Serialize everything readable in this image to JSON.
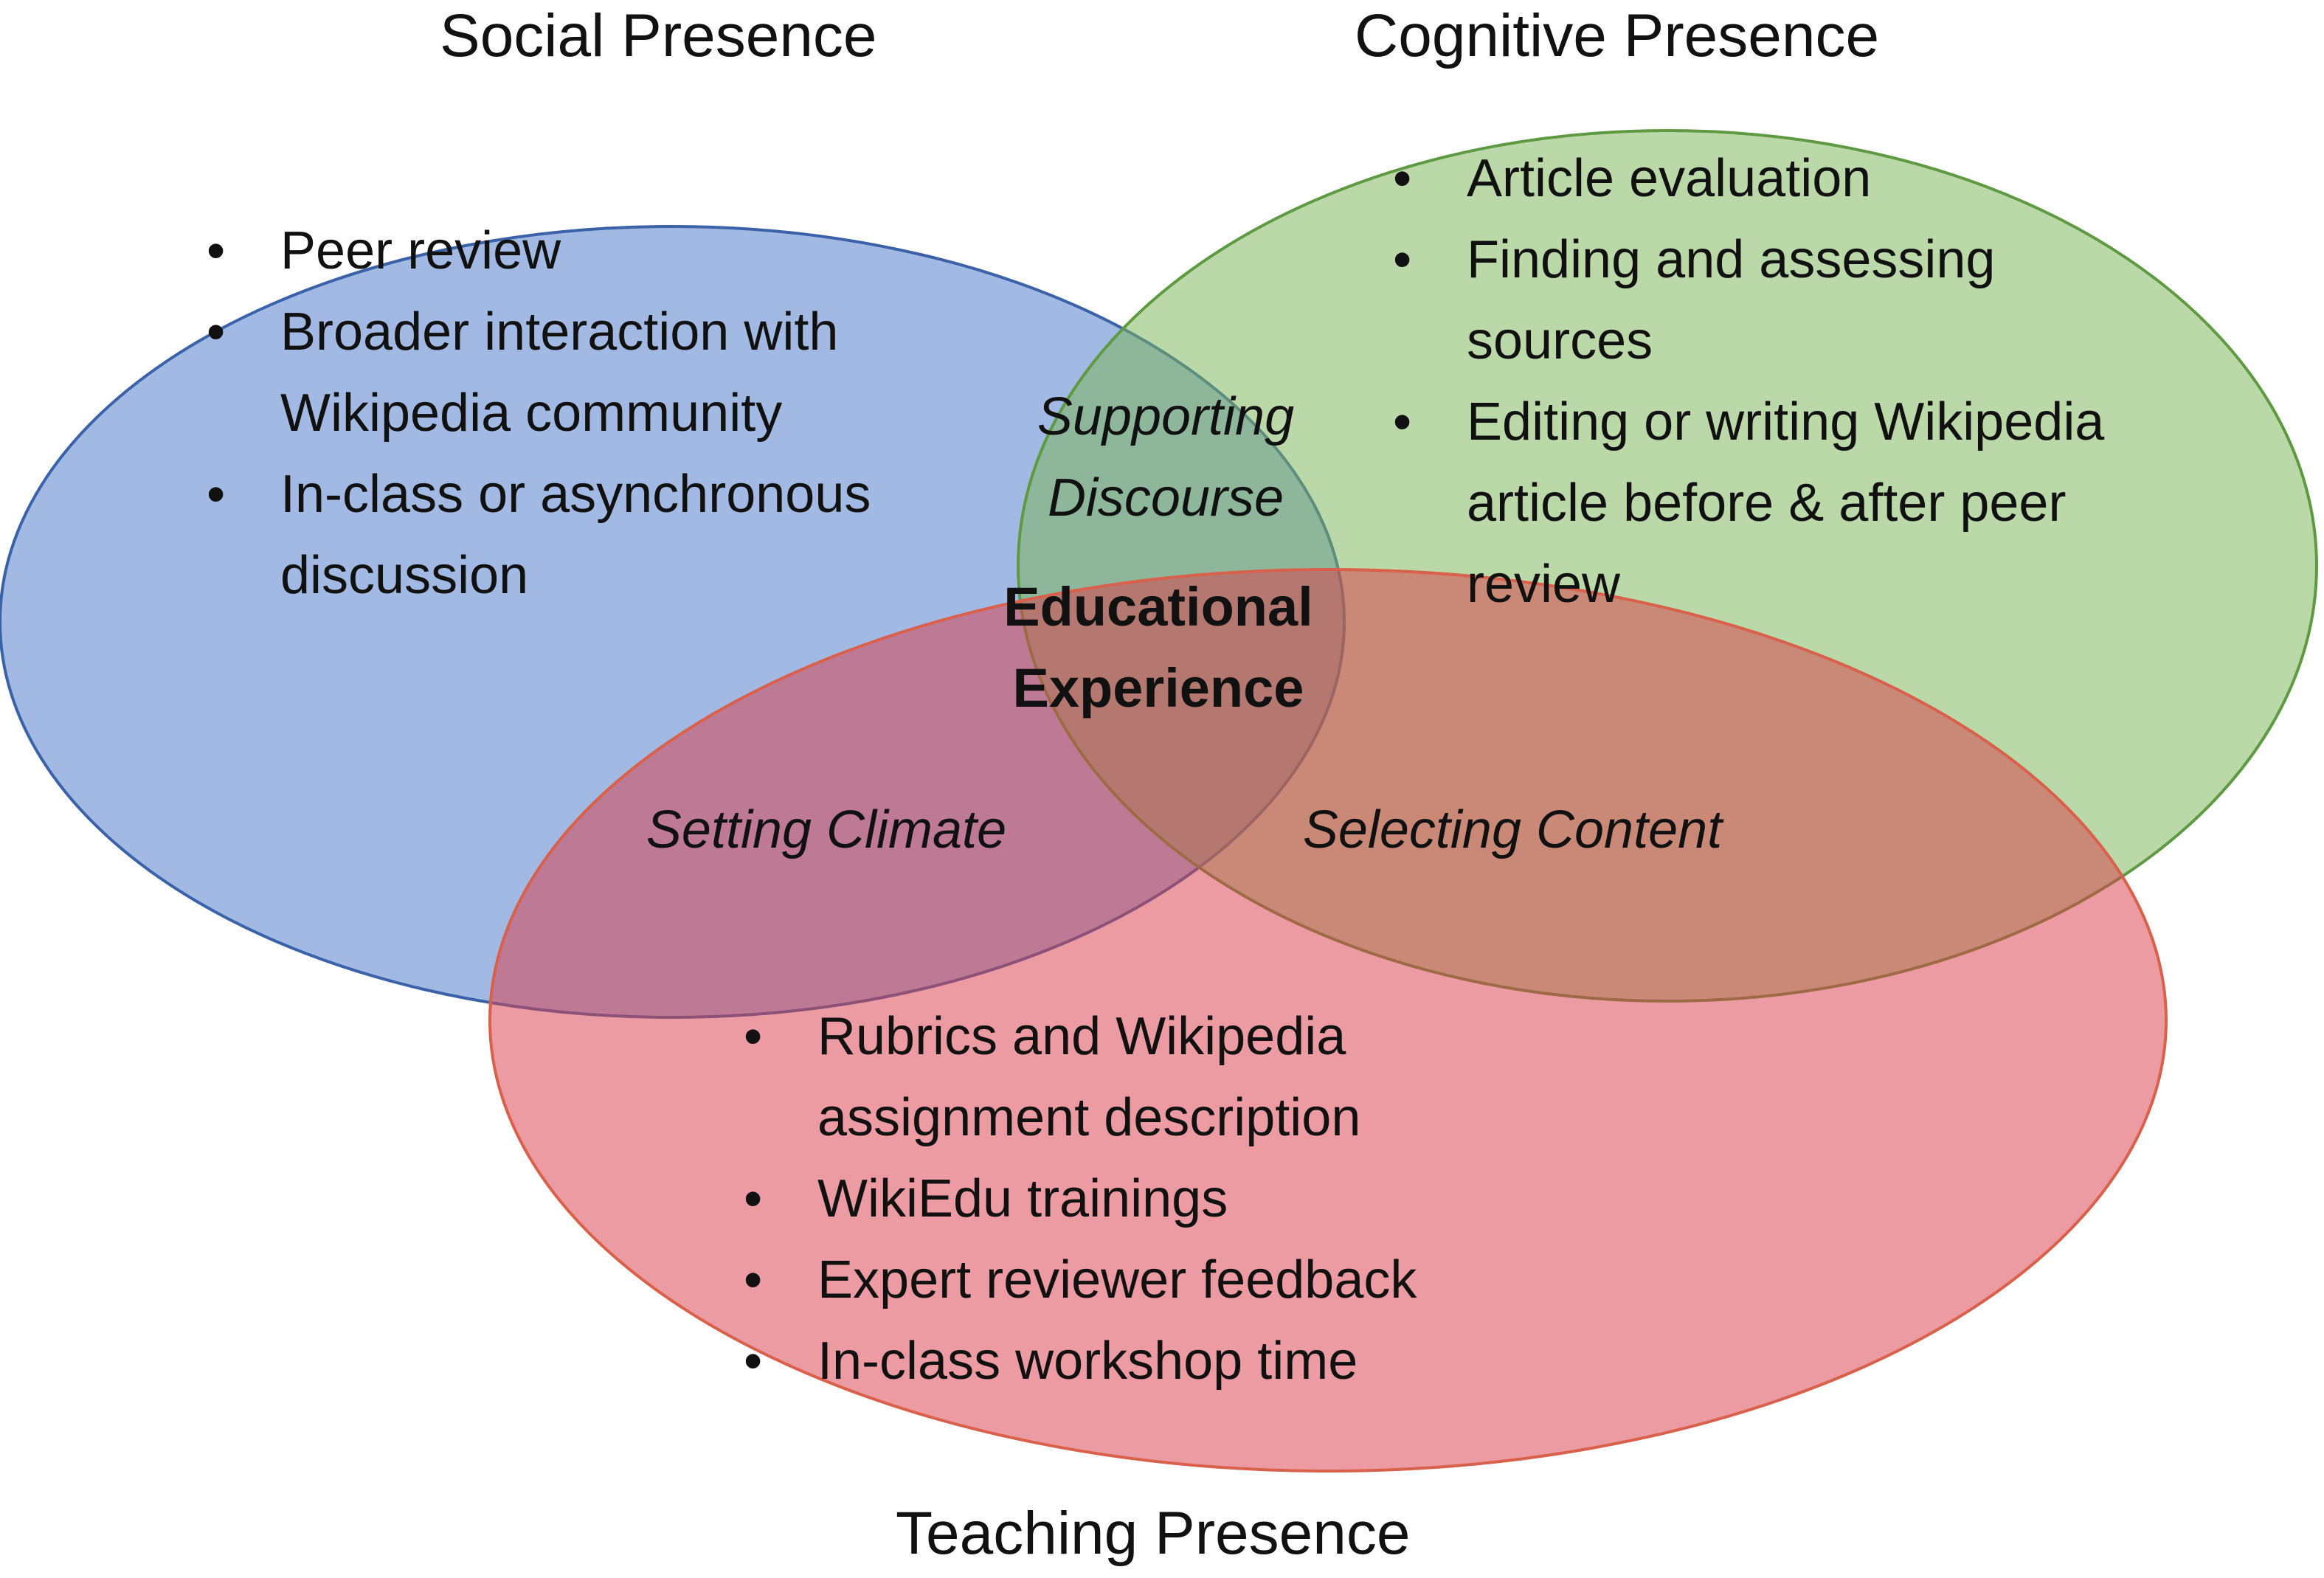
{
  "circles": {
    "social": {
      "title": "Social Presence",
      "fill": "#4a78c9",
      "stroke": "#3b62a8",
      "items": [
        "Peer review",
        "Broader interaction with Wikipedia community",
        "In-class or asynchronous discussion"
      ]
    },
    "cognitive": {
      "title": "Cognitive Presence",
      "fill": "#7bb558",
      "stroke": "#5e9a41",
      "items": [
        "Article evaluation",
        "Finding and assessing sources",
        "Editing or writing Wikipedia article before & after peer review"
      ]
    },
    "teaching": {
      "title": "Teaching Presence",
      "fill": "#d9404a",
      "stroke": "#d9604a",
      "items": [
        "Rubrics and Wikipedia assignment description",
        "WikiEdu trainings",
        "Expert reviewer feedback",
        "In-class workshop time"
      ]
    }
  },
  "overlaps": {
    "social_cognitive": "Supporting Discourse",
    "social_teaching": "Setting Climate",
    "cognitive_teaching": "Selecting Content",
    "center": "Educational Experience"
  }
}
